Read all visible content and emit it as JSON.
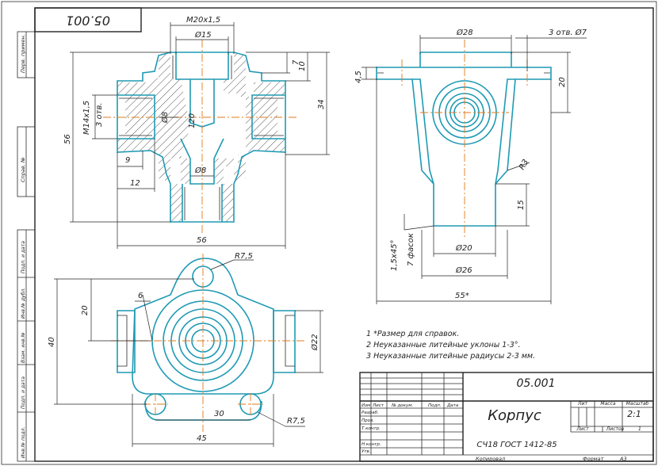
{
  "doc_code": "05.001",
  "doc_code_rotated": "05.001",
  "part_name": "Корпус",
  "material": "СЧ18 ГОСТ 1412-85",
  "scale_value": "2:1",
  "sheets_value": "1",
  "side_labels": [
    "Перв. примен.",
    "Справ. №",
    "Подп. и дата",
    "Инв.№ дубл.",
    "Взам. инв.№",
    "Подп. и дата",
    "Инв.№ подл."
  ],
  "notes": [
    "1 *Размер для справок.",
    "2 Неуказанные литейные уклоны 1-3°.",
    "3 Неуказанные литейные радиусы 2-3 мм."
  ],
  "title_block": {
    "izm": "Изм",
    "list": "Лист",
    "doc_no": "№ докум.",
    "sign": "Подп.",
    "date": "Дата",
    "razrab": "Разраб.",
    "prov": "Пров.",
    "tkontr": "Т.контр.",
    "nkontr": "Н.контр.",
    "utv": "Утв.",
    "lit": "Лит",
    "massa": "Масса",
    "masshtab": "Масштаб",
    "list_cell": "Лист",
    "listov": "Листов",
    "copied": "Копировал",
    "format": "Формат",
    "format_value": "А3"
  },
  "dimensions": {
    "m20": "M20x1,5",
    "d15": "Ø15",
    "d8a": "Ø8",
    "d8b": "Ø8",
    "d120": "120",
    "m14": "M14x1,5",
    "holes3": "3 отв.",
    "dim56v": "56",
    "dim56h": "56",
    "dim34": "34",
    "dim10": "10",
    "dim7": "7",
    "dim9": "9",
    "dim12": "12",
    "d28": "Ø28",
    "holes3d7": "3 отв. Ø7",
    "dim45": "4,5",
    "dim20r": "20",
    "r3": "R3",
    "dim15": "15",
    "chamfer1": "1,5x45°",
    "chamfer2": "7 фасок",
    "d20": "Ø20",
    "d26": "Ø26",
    "dim55": "55*",
    "r75a": "R7,5",
    "r75b": "R7,5",
    "dim6": "6",
    "dim20b": "20",
    "dim40": "40",
    "d22": "Ø22",
    "dim30": "30",
    "dim45b": "45"
  }
}
